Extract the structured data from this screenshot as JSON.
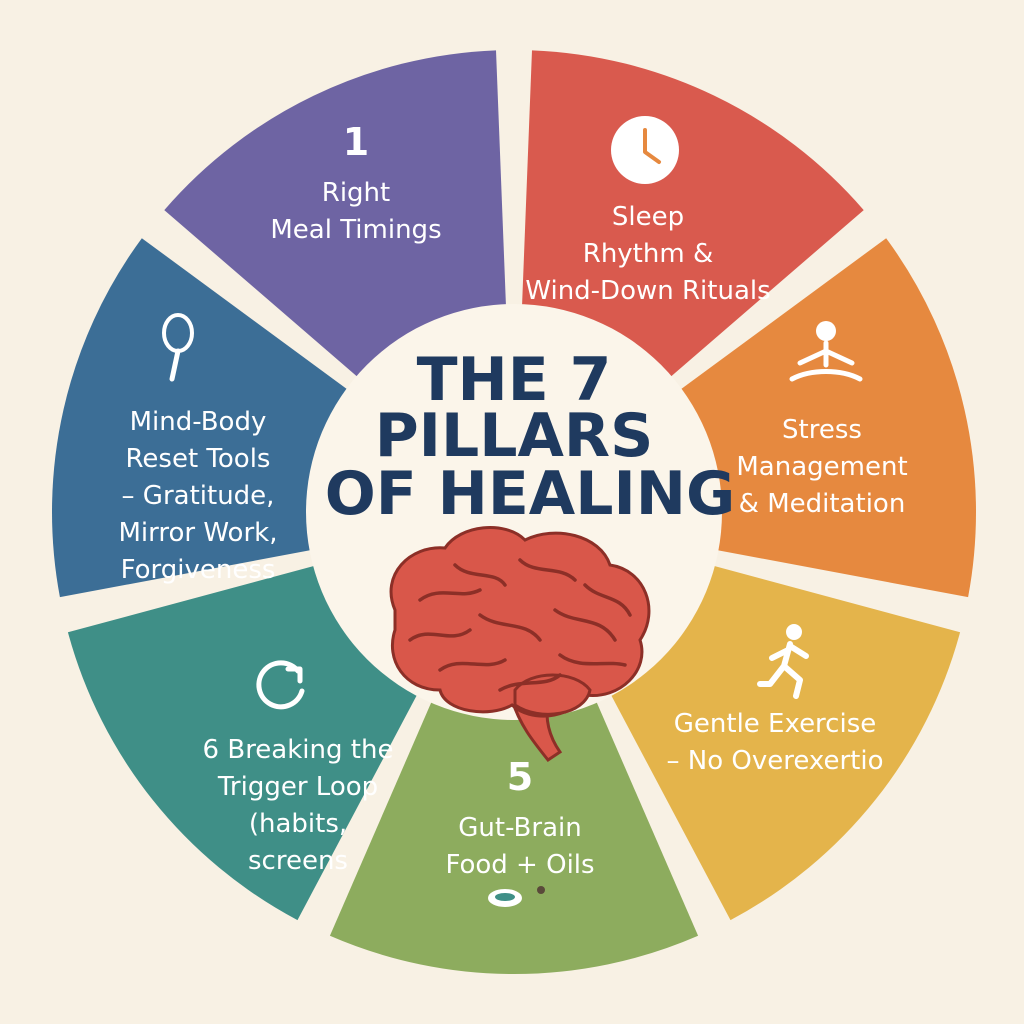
{
  "title": {
    "lines": [
      "THE 7",
      "PILLARS",
      "OF HEALING"
    ]
  },
  "pillars": [
    {
      "number": "1",
      "lines": [
        "Right",
        "Meal Timings"
      ],
      "icon": "none",
      "color": "#d95a4e"
    },
    {
      "number": "",
      "lines": [
        "Sleep",
        "Rhythm &",
        "Wind-Down Rituals"
      ],
      "icon": "clock-icon",
      "color": "#e6893f"
    },
    {
      "number": "",
      "lines": [
        "Stress",
        "Management",
        "& Meditation"
      ],
      "icon": "meditation-icon",
      "color": "#e4b44b"
    },
    {
      "number": "",
      "lines": [
        "Gentle Exercise",
        "– No Overexertio"
      ],
      "icon": "running-icon",
      "color": "#8dac5e"
    },
    {
      "number": "5",
      "lines": [
        "Gut-Brain",
        "Food + Oils"
      ],
      "icon": "bowl-icon",
      "color": "#3f8f87"
    },
    {
      "number": "",
      "lines": [
        "6  Breaking the",
        "Trigger Loop",
        "(habits,",
        "screens"
      ],
      "icon": "loop-icon",
      "color": "#3c6e96"
    },
    {
      "number": "",
      "lines": [
        "Mind-Body",
        "Reset Tools",
        "– Gratitude,",
        "Mirror Work,",
        "Forgiveness"
      ],
      "icon": "mirror-icon",
      "color": "#6e64a3"
    }
  ],
  "colors": {
    "background": "#f8f1e4",
    "center": "#fbf5ea",
    "title": "#1f3a5f",
    "brain": "#d9574a",
    "brain_outline": "#8c2f27"
  },
  "center_icon": "brain-icon"
}
